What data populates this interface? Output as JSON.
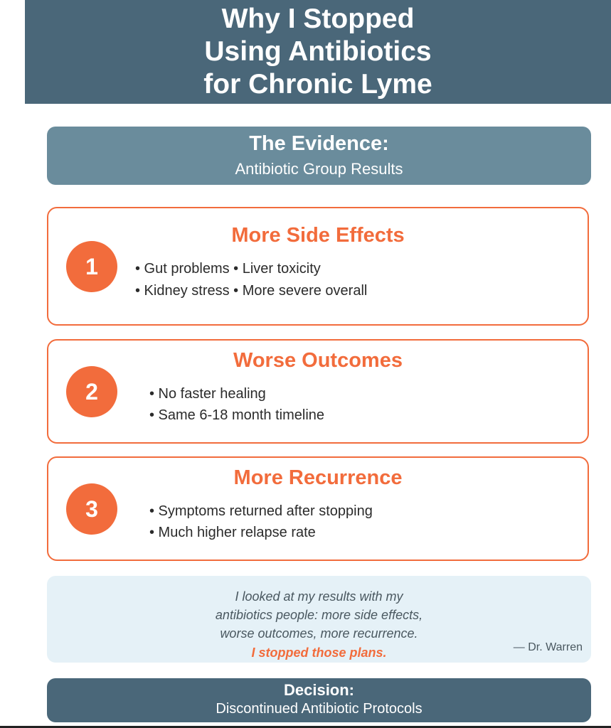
{
  "header": {
    "title_lines": [
      "Why I Stopped",
      "Using Antibiotics",
      "for Chronic Lyme"
    ]
  },
  "evidence": {
    "title": "The Evidence:",
    "subtitle": "Antibiotic Group Results"
  },
  "cards": [
    {
      "number": "1",
      "title": "More Side Effects",
      "bullets": [
        "• Gut problems • Liver toxicity",
        "• Kidney stress • More severe overall"
      ]
    },
    {
      "number": "2",
      "title": "Worse Outcomes",
      "bullets": [
        "• No faster healing",
        "• Same 6-18 month timeline"
      ]
    },
    {
      "number": "3",
      "title": "More Recurrence",
      "bullets": [
        "• Symptoms returned after stopping",
        "• Much higher relapse rate"
      ]
    }
  ],
  "quote": {
    "lines": [
      "I looked at my results with my",
      "antibiotics people: more side effects,",
      "worse outcomes, more recurrence."
    ],
    "emphasis": "I stopped those plans.",
    "author": "— Dr. Warren"
  },
  "decision": {
    "title": "Decision:",
    "subtitle": "Discontinued Antibiotic Protocols"
  },
  "colors": {
    "header_bg": "#4a6779",
    "evidence_bg": "#6a8c9c",
    "accent": "#f26c3c",
    "quote_bg": "#e5f1f7"
  }
}
